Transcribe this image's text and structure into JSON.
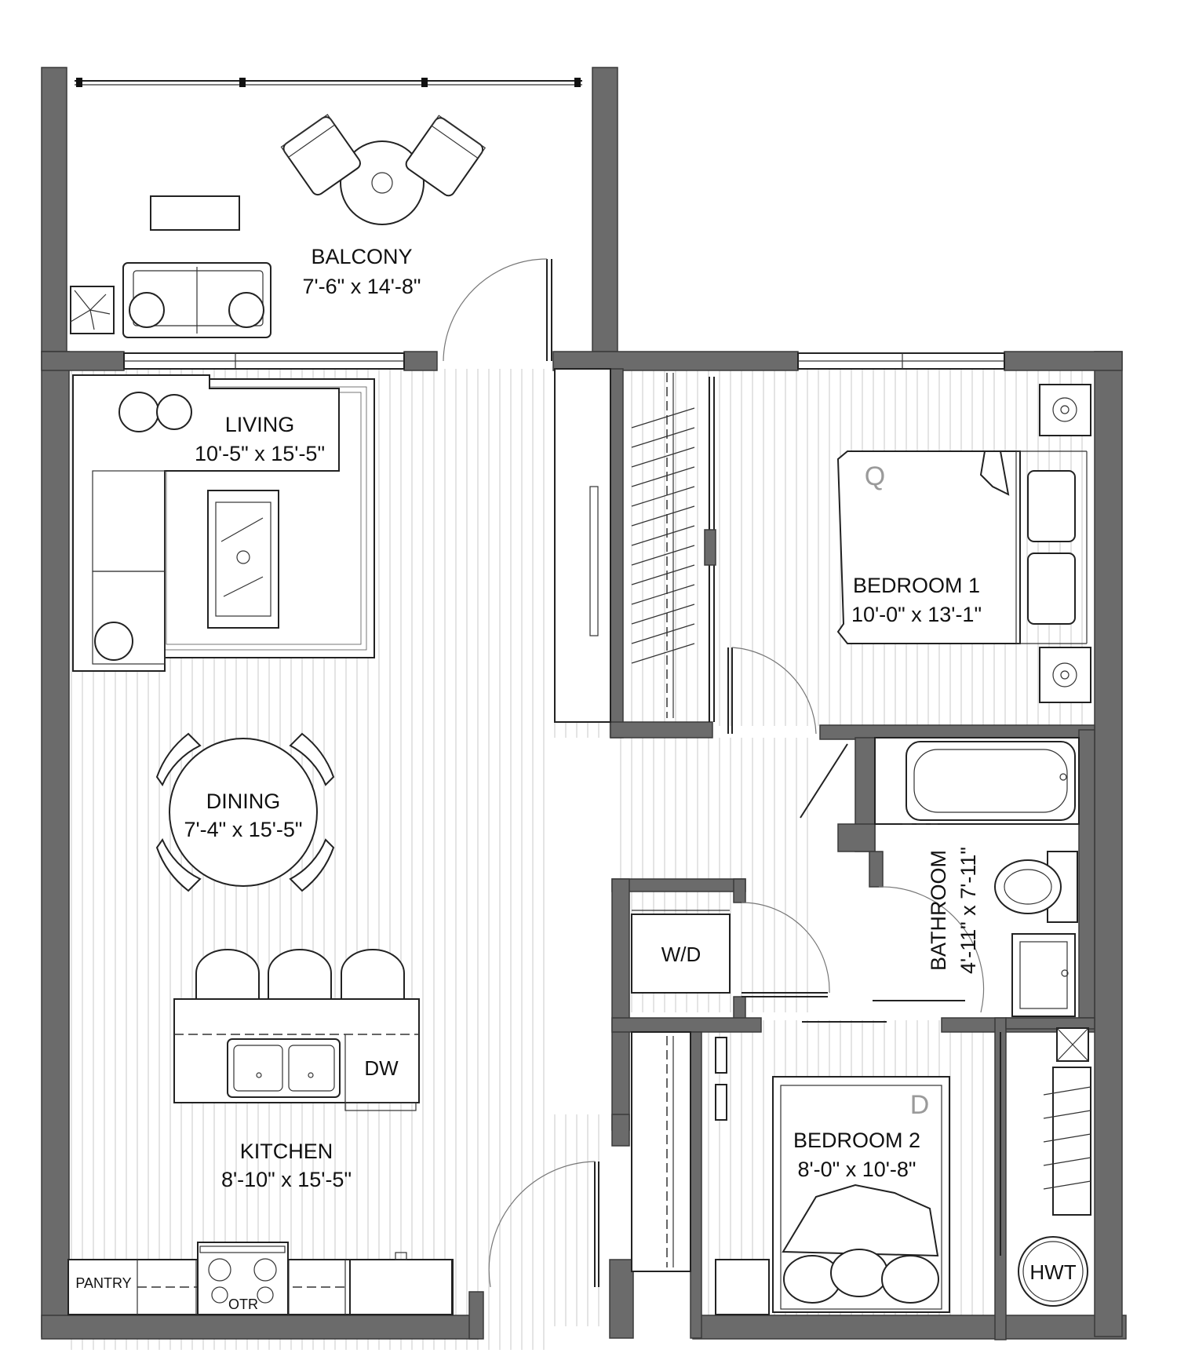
{
  "rooms": {
    "balcony": {
      "name": "BALCONY",
      "dims": "7'-6\" x 14'-8\""
    },
    "living": {
      "name": "LIVING",
      "dims": "10'-5\" x 15'-5\""
    },
    "dining": {
      "name": "DINING",
      "dims": "7'-4\" x 15'-5\""
    },
    "kitchen": {
      "name": "KITCHEN",
      "dims": "8'-10\" x 15'-5\""
    },
    "bedroom1": {
      "name": "BEDROOM 1",
      "dims": "10'-0\" x 13'-1\"",
      "bed": "Q"
    },
    "bedroom2": {
      "name": "BEDROOM 2",
      "dims": "8'-0\" x 10'-8\"",
      "bed": "D"
    },
    "bathroom": {
      "name": "BATHROOM",
      "dims": "4'-11\" x 7'-11\""
    }
  },
  "fixtures": {
    "washer_dryer": "W/D",
    "dishwasher": "DW",
    "pantry": "PANTRY",
    "otr": "OTR",
    "hot_water_tank": "HWT"
  },
  "colors": {
    "wall": "#6b6b6b",
    "line": "#222222",
    "bed_size": "#9a9a9a"
  }
}
